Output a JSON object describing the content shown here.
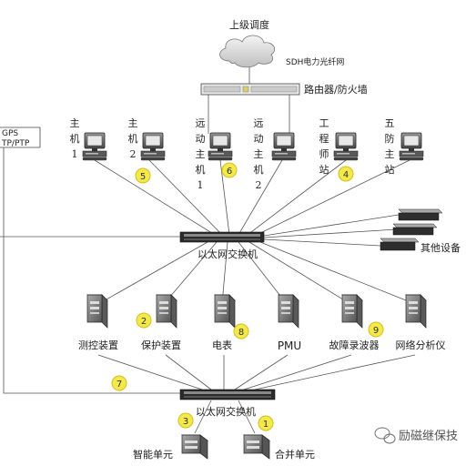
{
  "cloud": {
    "upper_label": "上级调度",
    "network_label": "SDH电力光纤网"
  },
  "router_label": "路由器/防火墙",
  "gps": {
    "line1": "GPS",
    "line2": "TP/PTP"
  },
  "hosts": [
    {
      "chars": [
        "主",
        "机",
        "1"
      ]
    },
    {
      "chars": [
        "主",
        "机",
        "2"
      ]
    },
    {
      "chars": [
        "远",
        "动",
        "主",
        "机",
        "1"
      ]
    },
    {
      "chars": [
        "远",
        "动",
        "主",
        "机",
        "2"
      ]
    },
    {
      "chars": [
        "工",
        "程",
        "师",
        "站"
      ]
    },
    {
      "chars": [
        "五",
        "防",
        "主",
        "站"
      ]
    }
  ],
  "switch_top_label": "以太网交换机",
  "switch_bottom_label": "以太网交换机",
  "other_devices_label": "其他设备",
  "servers": [
    {
      "label": "测控装置"
    },
    {
      "label": "保护装置"
    },
    {
      "label": "电表"
    },
    {
      "label": "PMU"
    },
    {
      "label": "故障录波器"
    },
    {
      "label": "网络分析仪"
    }
  ],
  "bottom_units": [
    {
      "label": "智能单元"
    },
    {
      "label": "合并单元"
    }
  ],
  "badges": {
    "b1": "1",
    "b2": "2",
    "b3": "3",
    "b4": "4",
    "b5": "5",
    "b6": "6",
    "b7": "7",
    "b8": "8",
    "b9": "9"
  },
  "watermark": {
    "icon": "wechat-icon",
    "text": "励磁继保技"
  },
  "colors": {
    "badge_fill": "#f3e94a",
    "badge_stroke": "#d2bf1d",
    "line": "#555555"
  }
}
